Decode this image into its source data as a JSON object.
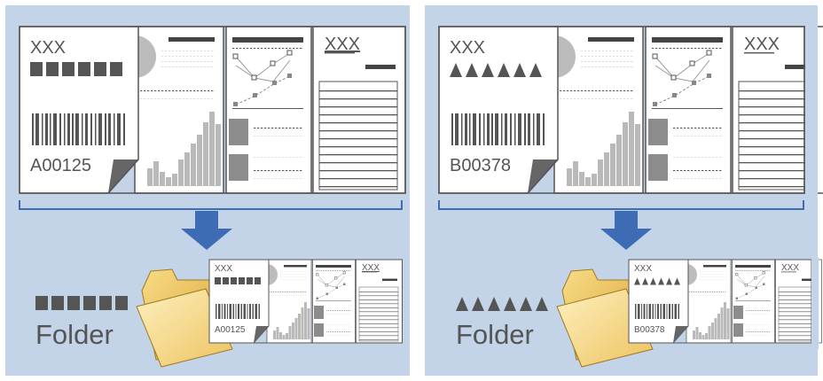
{
  "panels": [
    {
      "id": "left",
      "sheet_header": "XXX",
      "sheet_code": "A00125",
      "separator_marks": "square",
      "page_title": "XXX",
      "folder_label": "Folder"
    },
    {
      "id": "right",
      "sheet_header": "XXX",
      "sheet_code": "B00378",
      "separator_marks": "triangle",
      "page_title": "XXX",
      "folder_label": "Folder"
    }
  ],
  "colors": {
    "panel_bg": "#c3d3e8",
    "arrow": "#3d6cb4",
    "bracket": "#3d6cb4",
    "folder_light": "#fbe7a1",
    "folder_dark": "#e4b94c",
    "ink": "#555555",
    "border": "#4a4a4a"
  }
}
